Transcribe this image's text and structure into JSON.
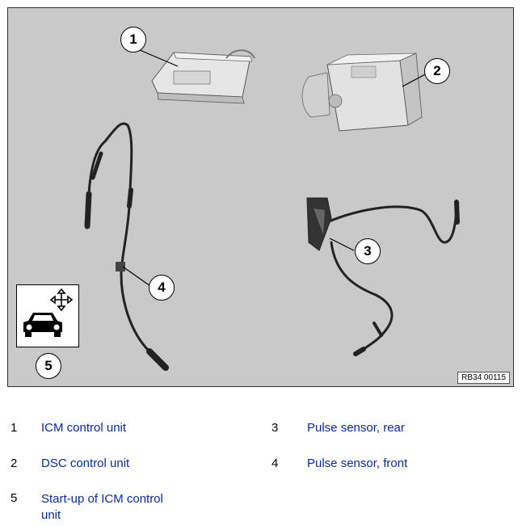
{
  "figure": {
    "code": "RB34 00115",
    "callouts": [
      "1",
      "2",
      "3",
      "4",
      "5"
    ],
    "colors": {
      "background": "#c9c9c9",
      "legend_text": "#0b2b9c"
    }
  },
  "legend": [
    {
      "num": "1",
      "label": "ICM control unit"
    },
    {
      "num": "2",
      "label": "DSC control unit"
    },
    {
      "num": "3",
      "label": "Pulse sensor, rear"
    },
    {
      "num": "4",
      "label": "Pulse sensor, front"
    },
    {
      "num": "5",
      "label": "Start-up of ICM control unit"
    }
  ],
  "icons": [
    "car-icon",
    "four-way-arrow-icon"
  ]
}
